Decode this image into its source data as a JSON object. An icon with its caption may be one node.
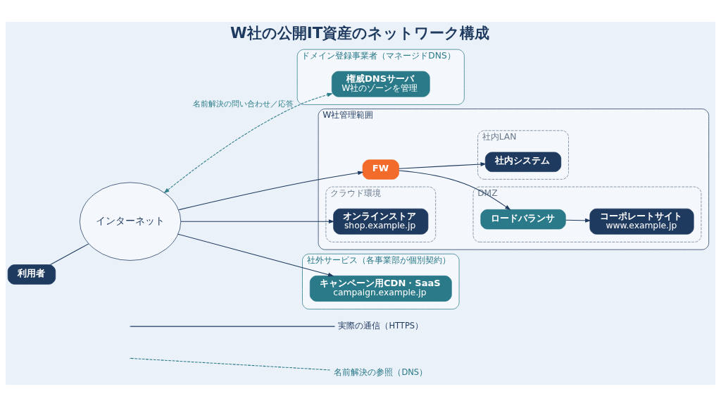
{
  "diagram": {
    "title": "W社の公開IT資産のネットワーク構成",
    "nodes": [
      {
        "text": [
          "利用者"
        ]
      },
      {
        "text": [
          "インターネット"
        ]
      },
      {
        "text": [
          "ドメイン登録事業者（マネージドDNS）"
        ]
      },
      {
        "text": [
          "権威DNSサーバ",
          "W社のゾーンを管理"
        ],
        "in": 2
      },
      {
        "text": [
          "W社管理範囲"
        ]
      },
      {
        "text": [
          "FW"
        ],
        "in": 4
      },
      {
        "text": [
          "DMZ"
        ],
        "in": 4
      },
      {
        "text": [
          "ロードバランサ"
        ],
        "in": 6
      },
      {
        "text": [
          "コーポレートサイト",
          "www.example.jp"
        ],
        "in": 6
      },
      {
        "text": [
          "社内LAN"
        ],
        "in": 4
      },
      {
        "text": [
          "社内システム"
        ],
        "in": 9
      },
      {
        "text": [
          "クラウド環境"
        ],
        "in": 4
      },
      {
        "text": [
          "オンラインストア",
          "shop.example.jp"
        ],
        "in": 11
      },
      {
        "text": [
          "社外サービス（各事業部が個別契約）"
        ]
      },
      {
        "text": [
          "キャンペーン用CDN・SaaS",
          "campaign.example.jp"
        ],
        "in": 13
      }
    ],
    "edges": [
      {
        "from": 0,
        "to": 1,
        "arrow": "none"
      },
      {
        "from": 1,
        "to": 3,
        "arrow": "both",
        "style": "dashed",
        "color": "#2f7f8a",
        "label": "名前解決の問い合わせ／応答"
      },
      {
        "from": 1,
        "to": 5,
        "arrow": "to"
      },
      {
        "from": 5,
        "to": 7,
        "arrow": "to"
      },
      {
        "from": 5,
        "to": 10,
        "arrow": "to"
      },
      {
        "from": 7,
        "to": 8,
        "arrow": "to"
      },
      {
        "from": 1,
        "to": 12,
        "arrow": "to"
      },
      {
        "from": 1,
        "to": 14,
        "arrow": "to"
      }
    ],
    "legend": [
      {
        "text": "実際の通信（HTTPS）"
      },
      {
        "text": "名前解決の参照（DNS）"
      }
    ]
  }
}
